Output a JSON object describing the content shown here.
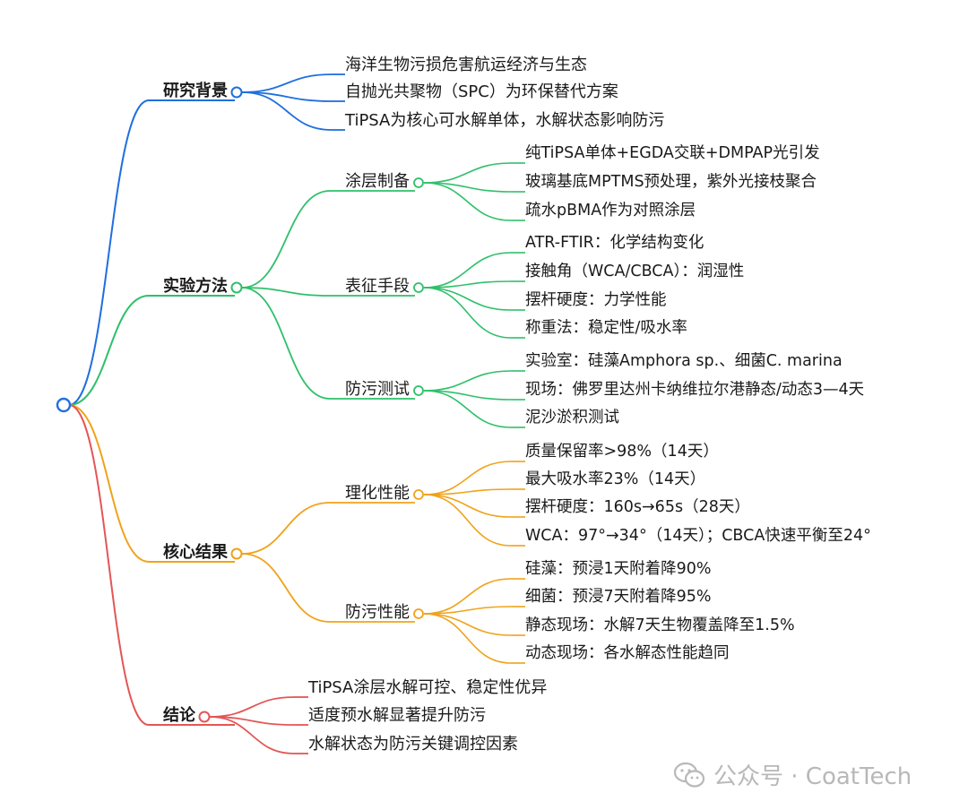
{
  "colors": {
    "root": "#1f6fde",
    "branches": [
      "#1f6fde",
      "#2ec06a",
      "#f0a21a",
      "#e35656"
    ]
  },
  "watermark": {
    "icon": "wechat-icon",
    "text": "公众号 · CoatTech"
  },
  "mindmap": {
    "root_label": "",
    "branches": [
      {
        "label": "研究背景",
        "children": [
          {
            "label": "海洋生物污损危害航运经济与生态"
          },
          {
            "label": "自抛光共聚物（SPC）为环保替代方案"
          },
          {
            "label": "TiPSA为核心可水解单体，水解状态影响防污"
          }
        ]
      },
      {
        "label": "实验方法",
        "children": [
          {
            "label": "涂层制备",
            "children": [
              {
                "label": "纯TiPSA单体+EGDA交联+DMPAP光引发"
              },
              {
                "label": "玻璃基底MPTMS预处理，紫外光接枝聚合"
              },
              {
                "label": "疏水pBMA作为对照涂层"
              }
            ]
          },
          {
            "label": "表征手段",
            "children": [
              {
                "label": "ATR-FTIR：化学结构变化"
              },
              {
                "label": "接触角（WCA/CBCA）：润湿性"
              },
              {
                "label": "摆杆硬度：力学性能"
              },
              {
                "label": "称重法：稳定性/吸水率"
              }
            ]
          },
          {
            "label": "防污测试",
            "children": [
              {
                "label": "实验室：硅藻Amphora sp.、细菌C. marina"
              },
              {
                "label": "现场：佛罗里达州卡纳维拉尔港静态/动态3—4天"
              },
              {
                "label": "泥沙淤积测试"
              }
            ]
          }
        ]
      },
      {
        "label": "核心结果",
        "children": [
          {
            "label": "理化性能",
            "children": [
              {
                "label": "质量保留率>98%（14天）"
              },
              {
                "label": "最大吸水率23%（14天）"
              },
              {
                "label": "摆杆硬度：160s→65s（28天）"
              },
              {
                "label": "WCA：97°→34°（14天）；CBCA快速平衡至24°"
              }
            ]
          },
          {
            "label": "防污性能",
            "children": [
              {
                "label": "硅藻：预浸1天附着降90%"
              },
              {
                "label": "细菌：预浸7天附着降95%"
              },
              {
                "label": "静态现场：水解7天生物覆盖降至1.5%"
              },
              {
                "label": "动态现场：各水解态性能趋同"
              }
            ]
          }
        ]
      },
      {
        "label": "结论",
        "children": [
          {
            "label": "TiPSA涂层水解可控、稳定性优异"
          },
          {
            "label": "适度预水解显著提升防污"
          },
          {
            "label": "水解状态为防污关键调控因素"
          }
        ]
      }
    ]
  }
}
